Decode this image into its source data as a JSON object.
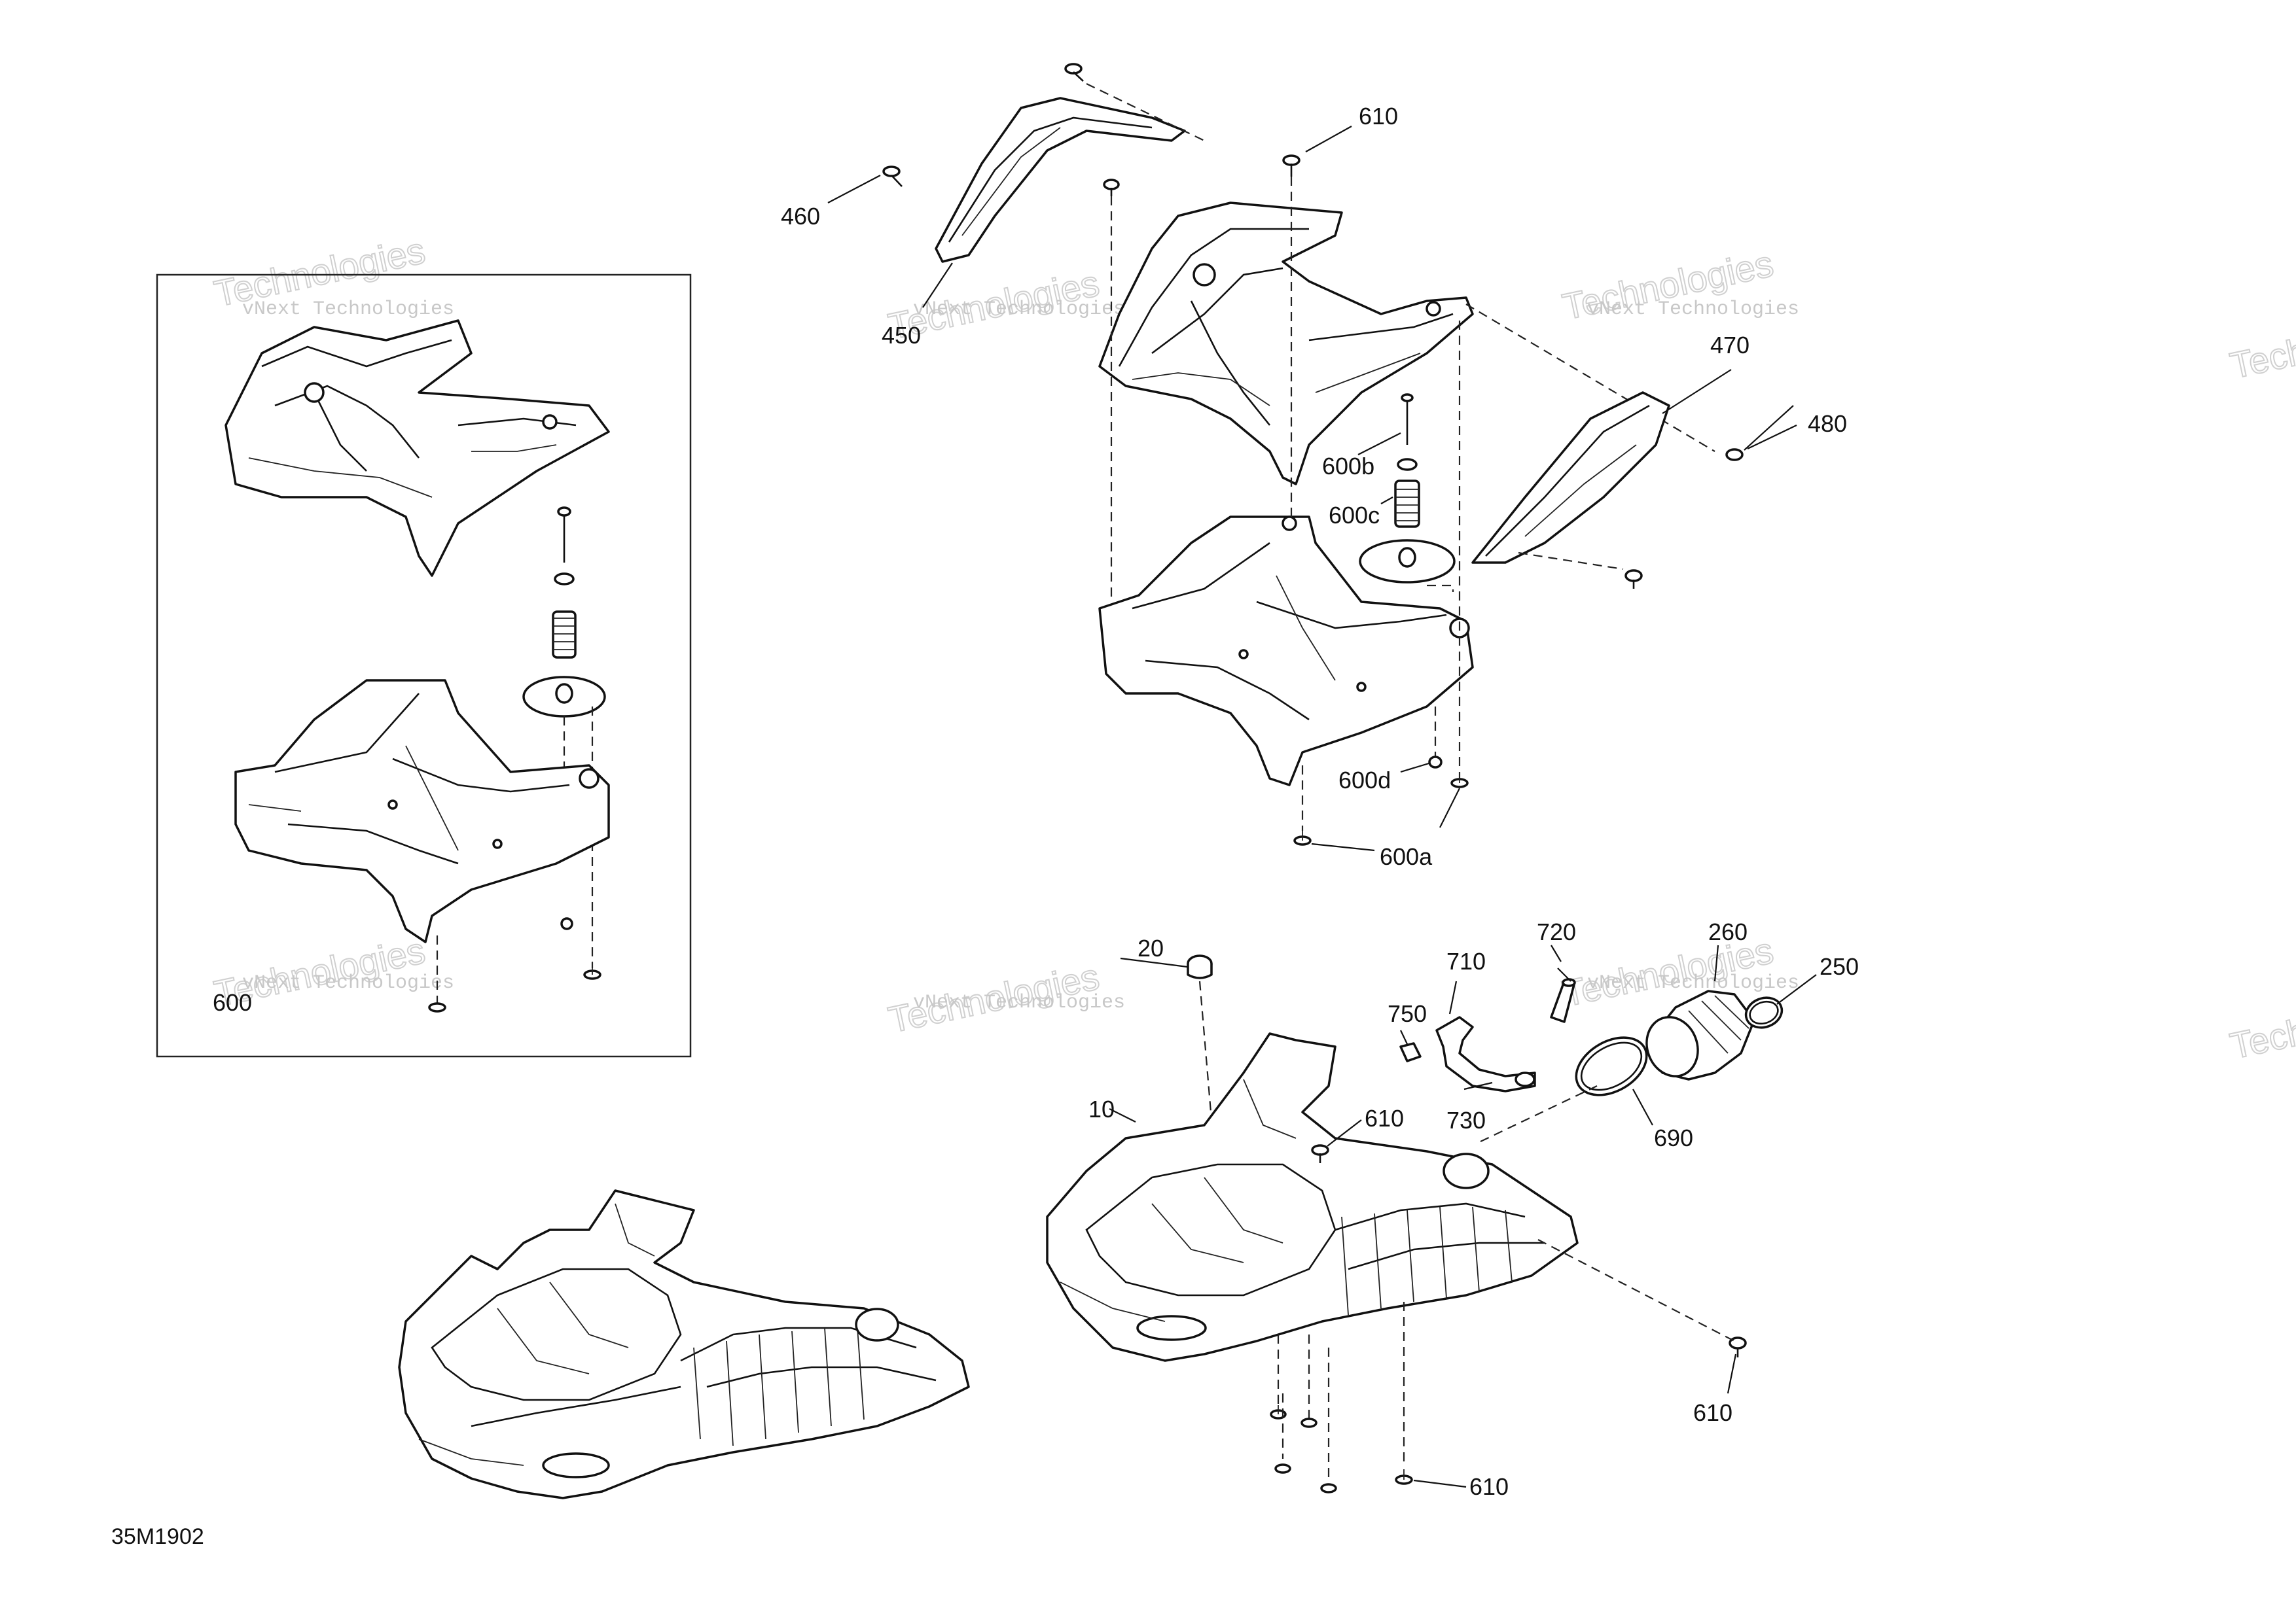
{
  "figure_code": "35M1902",
  "watermark": {
    "line1": "vNext Technologies",
    "line2": "Technologies",
    "line3": "vNext"
  },
  "callouts": {
    "c460": "460",
    "c450": "450",
    "c610_top": "610",
    "c470": "470",
    "c480": "480",
    "c600b": "600b",
    "c600c": "600c",
    "c600d": "600d",
    "c600a": "600a",
    "c600": "600",
    "c20": "20",
    "c710": "710",
    "c720": "720",
    "c260": "260",
    "c250": "250",
    "c750": "750",
    "c10": "10",
    "c610_mid": "610",
    "c730": "730",
    "c690": "690",
    "c610_right": "610",
    "c610_bottom": "610"
  }
}
